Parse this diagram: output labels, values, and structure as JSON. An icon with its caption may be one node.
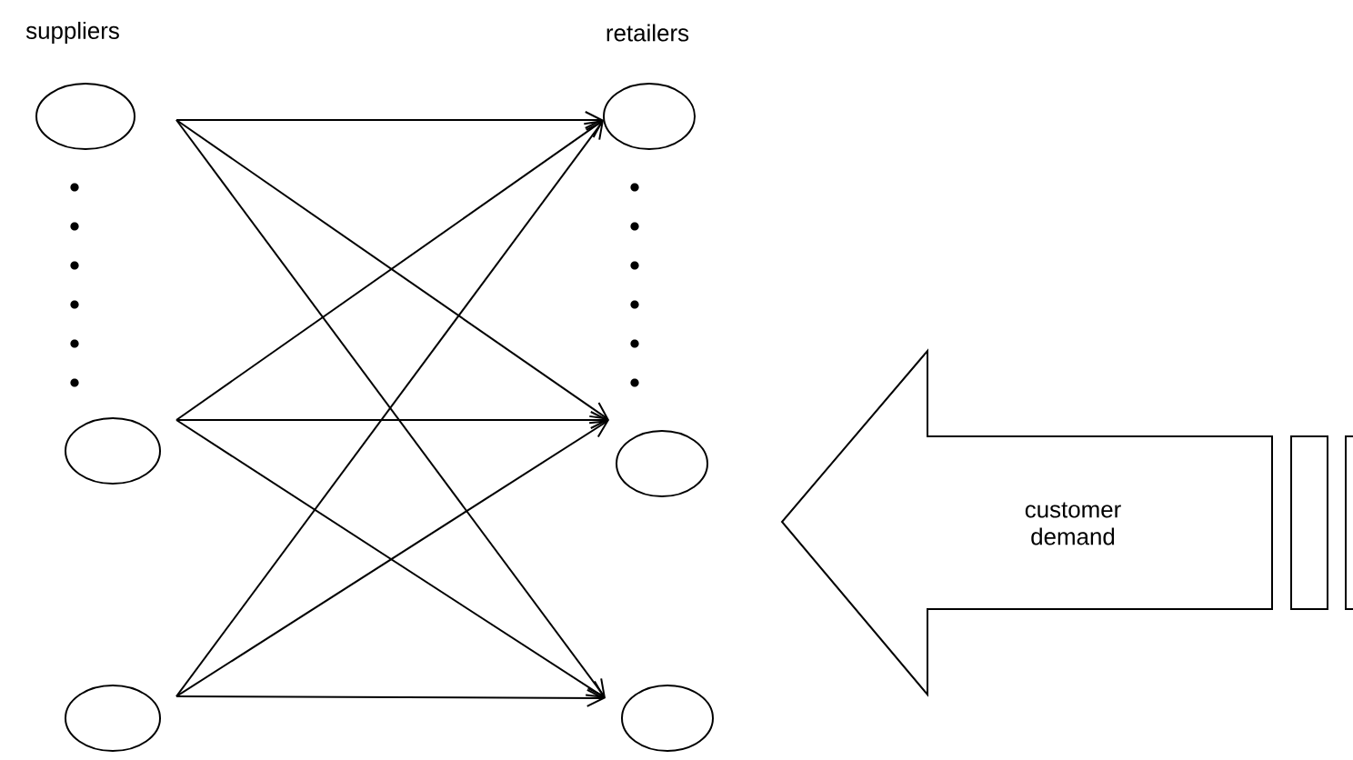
{
  "diagram": {
    "nodes": [
      {
        "text": [],
        "shape": "circle"
      },
      {
        "text": [],
        "shape": "circle"
      },
      {
        "text": [],
        "shape": "circle"
      },
      {
        "text": [],
        "shape": "circle"
      },
      {
        "text": [],
        "shape": "circle"
      },
      {
        "text": [],
        "shape": "circle"
      },
      {
        "text": [],
        "shape": "bar"
      },
      {
        "text": [],
        "shape": "bar"
      }
    ],
    "edges": [
      {
        "from": 0,
        "to": 3,
        "arrow": "to"
      },
      {
        "from": 0,
        "to": 4,
        "arrow": "to"
      },
      {
        "from": 0,
        "to": 5,
        "arrow": "to"
      },
      {
        "from": 1,
        "to": 3,
        "arrow": "to"
      },
      {
        "from": 1,
        "to": 4,
        "arrow": "to"
      },
      {
        "from": 1,
        "to": 5,
        "arrow": "to"
      },
      {
        "from": 2,
        "to": 3,
        "arrow": "to"
      },
      {
        "from": 2,
        "to": 4,
        "arrow": "to"
      },
      {
        "from": 2,
        "to": 5,
        "arrow": "to"
      },
      {
        "from": 6,
        "to": null,
        "arrow": "to",
        "label": "customer demand"
      }
    ],
    "labels": [
      "suppliers",
      "retailers"
    ]
  }
}
